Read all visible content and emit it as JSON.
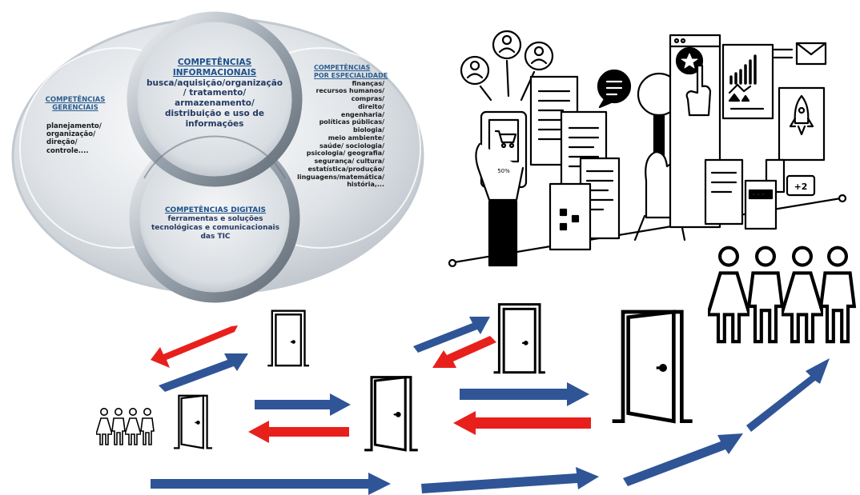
{
  "venn": {
    "informacionais": {
      "heading": [
        "COMPETÊNCIAS",
        "INFORMACIONAIS"
      ],
      "lines": [
        "busca/aquisição/organização",
        "/ tratamento/",
        "armazenamento/",
        "distribuição e uso de",
        "informações"
      ]
    },
    "gerenciais": {
      "heading": [
        "COMPETÊNCIAS",
        "GERENCIAIS"
      ],
      "lines": [
        "planejamento/",
        "organização/",
        "direção/",
        "controle...."
      ]
    },
    "especialidade": {
      "heading": [
        "COMPETÊNCIAS",
        "POR ESPECIALIDADE"
      ],
      "lines": [
        "finanças/",
        "recursos humanos/",
        "compras/",
        "direito/",
        "engenharia/",
        "políticas públicas/",
        "biologia/",
        "meio ambiente/",
        "saúde/ sociologia/",
        "psicologia/ geografia/",
        "segurança/ cultura/",
        "estatística/produção/",
        "linguagens/matemática/",
        "história,..."
      ]
    },
    "digitais": {
      "heading": [
        "COMPETÊNCIAS DIGITAIS"
      ],
      "lines": [
        "ferramentas e soluções",
        "tecnológicas e comunicacionais",
        "das TIC"
      ]
    }
  },
  "illustration": {
    "badge_text": "+2",
    "phone_text": "50%"
  },
  "colors": {
    "forward_arrow": "#2f5597",
    "back_arrow": "#e8201c",
    "outline": "#000000",
    "venn_ring": "#8e9aa6"
  },
  "icons": [
    "person-circle-icon",
    "phone-cart-icon",
    "chat-bubble-icon",
    "magnifier-icon",
    "bar-chart-icon",
    "envelope-icon",
    "rocket-icon",
    "door-icon",
    "people-group-icon"
  ]
}
